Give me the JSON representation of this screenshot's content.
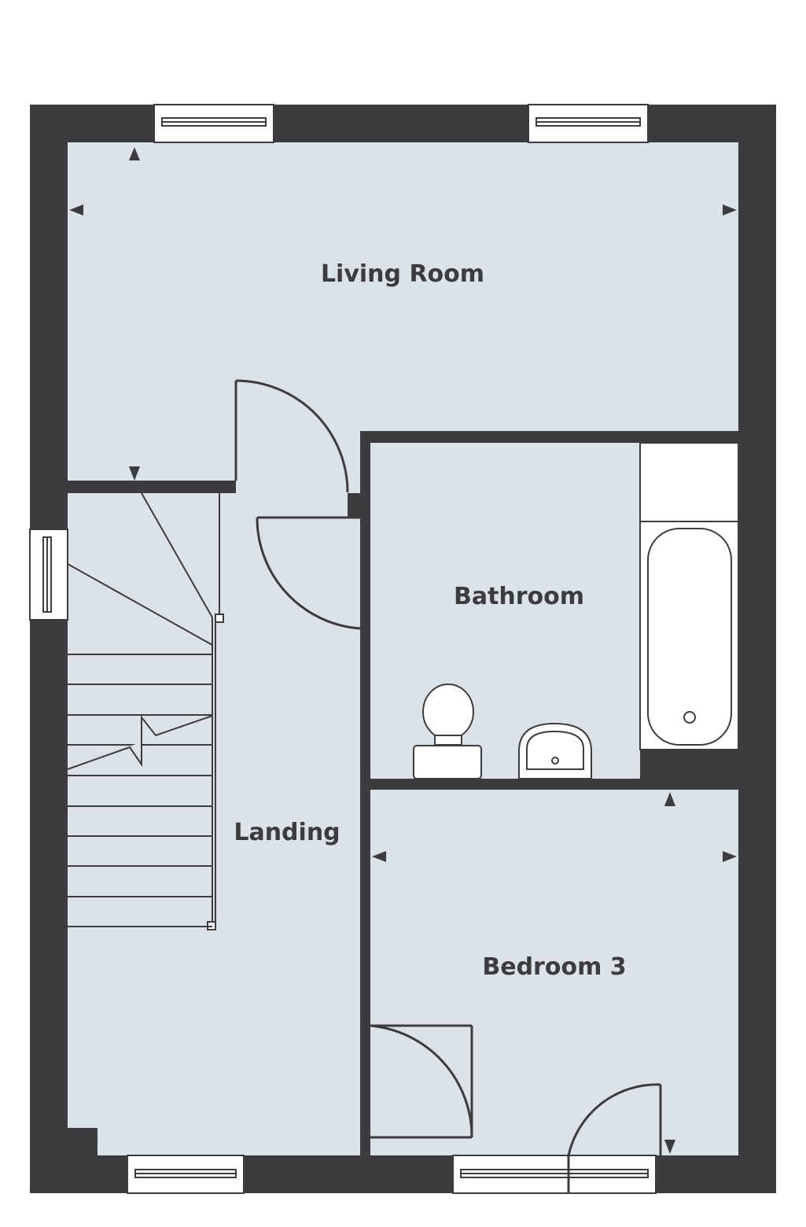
{
  "rooms": {
    "living_room": "Living Room",
    "bathroom": "Bathroom",
    "landing": "Landing",
    "bedroom_3": "Bedroom 3"
  },
  "colors": {
    "wall": "#3c3c3e",
    "floor": "#dbe3e8",
    "line": "#3c3c3e",
    "fixture_fill": "#ffffff"
  }
}
